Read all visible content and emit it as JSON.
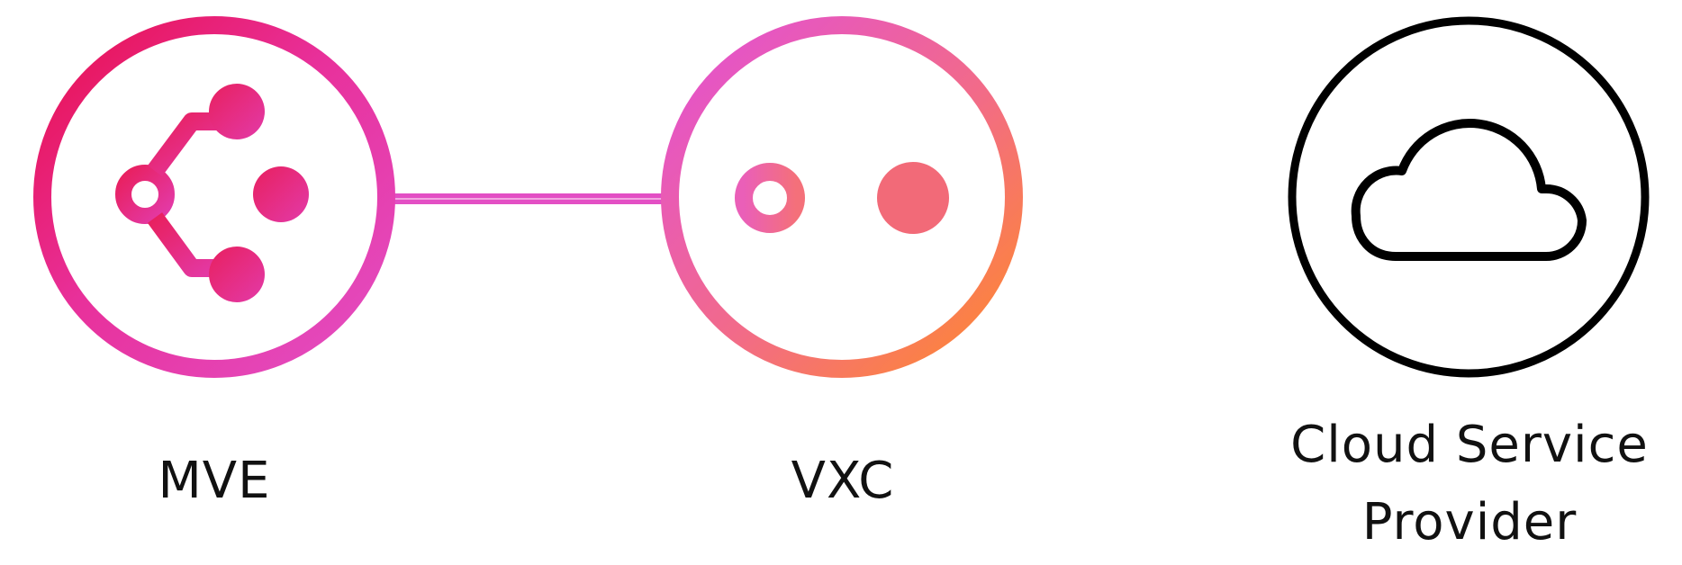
{
  "nodes": [
    {
      "id": "mve",
      "label_lines": [
        "MVE"
      ],
      "icon": "branching-network-icon"
    },
    {
      "id": "vxc",
      "label_lines": [
        "VXC"
      ],
      "icon": "virtual-cross-connect-icon"
    },
    {
      "id": "csp",
      "label_lines": [
        "Cloud Service",
        "Provider"
      ],
      "icon": "cloud-icon"
    }
  ],
  "colors": {
    "mve_gradient": [
      "#e8104f",
      "#e8309a",
      "#e34fc4"
    ],
    "vxc_gradient": [
      "#e45ad0",
      "#f26b80",
      "#ff8030"
    ],
    "csp_stroke": "#000000",
    "connector_mve_vxc": "#e34fc4",
    "connector_vxc_csp": [
      "#ff8030",
      "#000000"
    ]
  }
}
